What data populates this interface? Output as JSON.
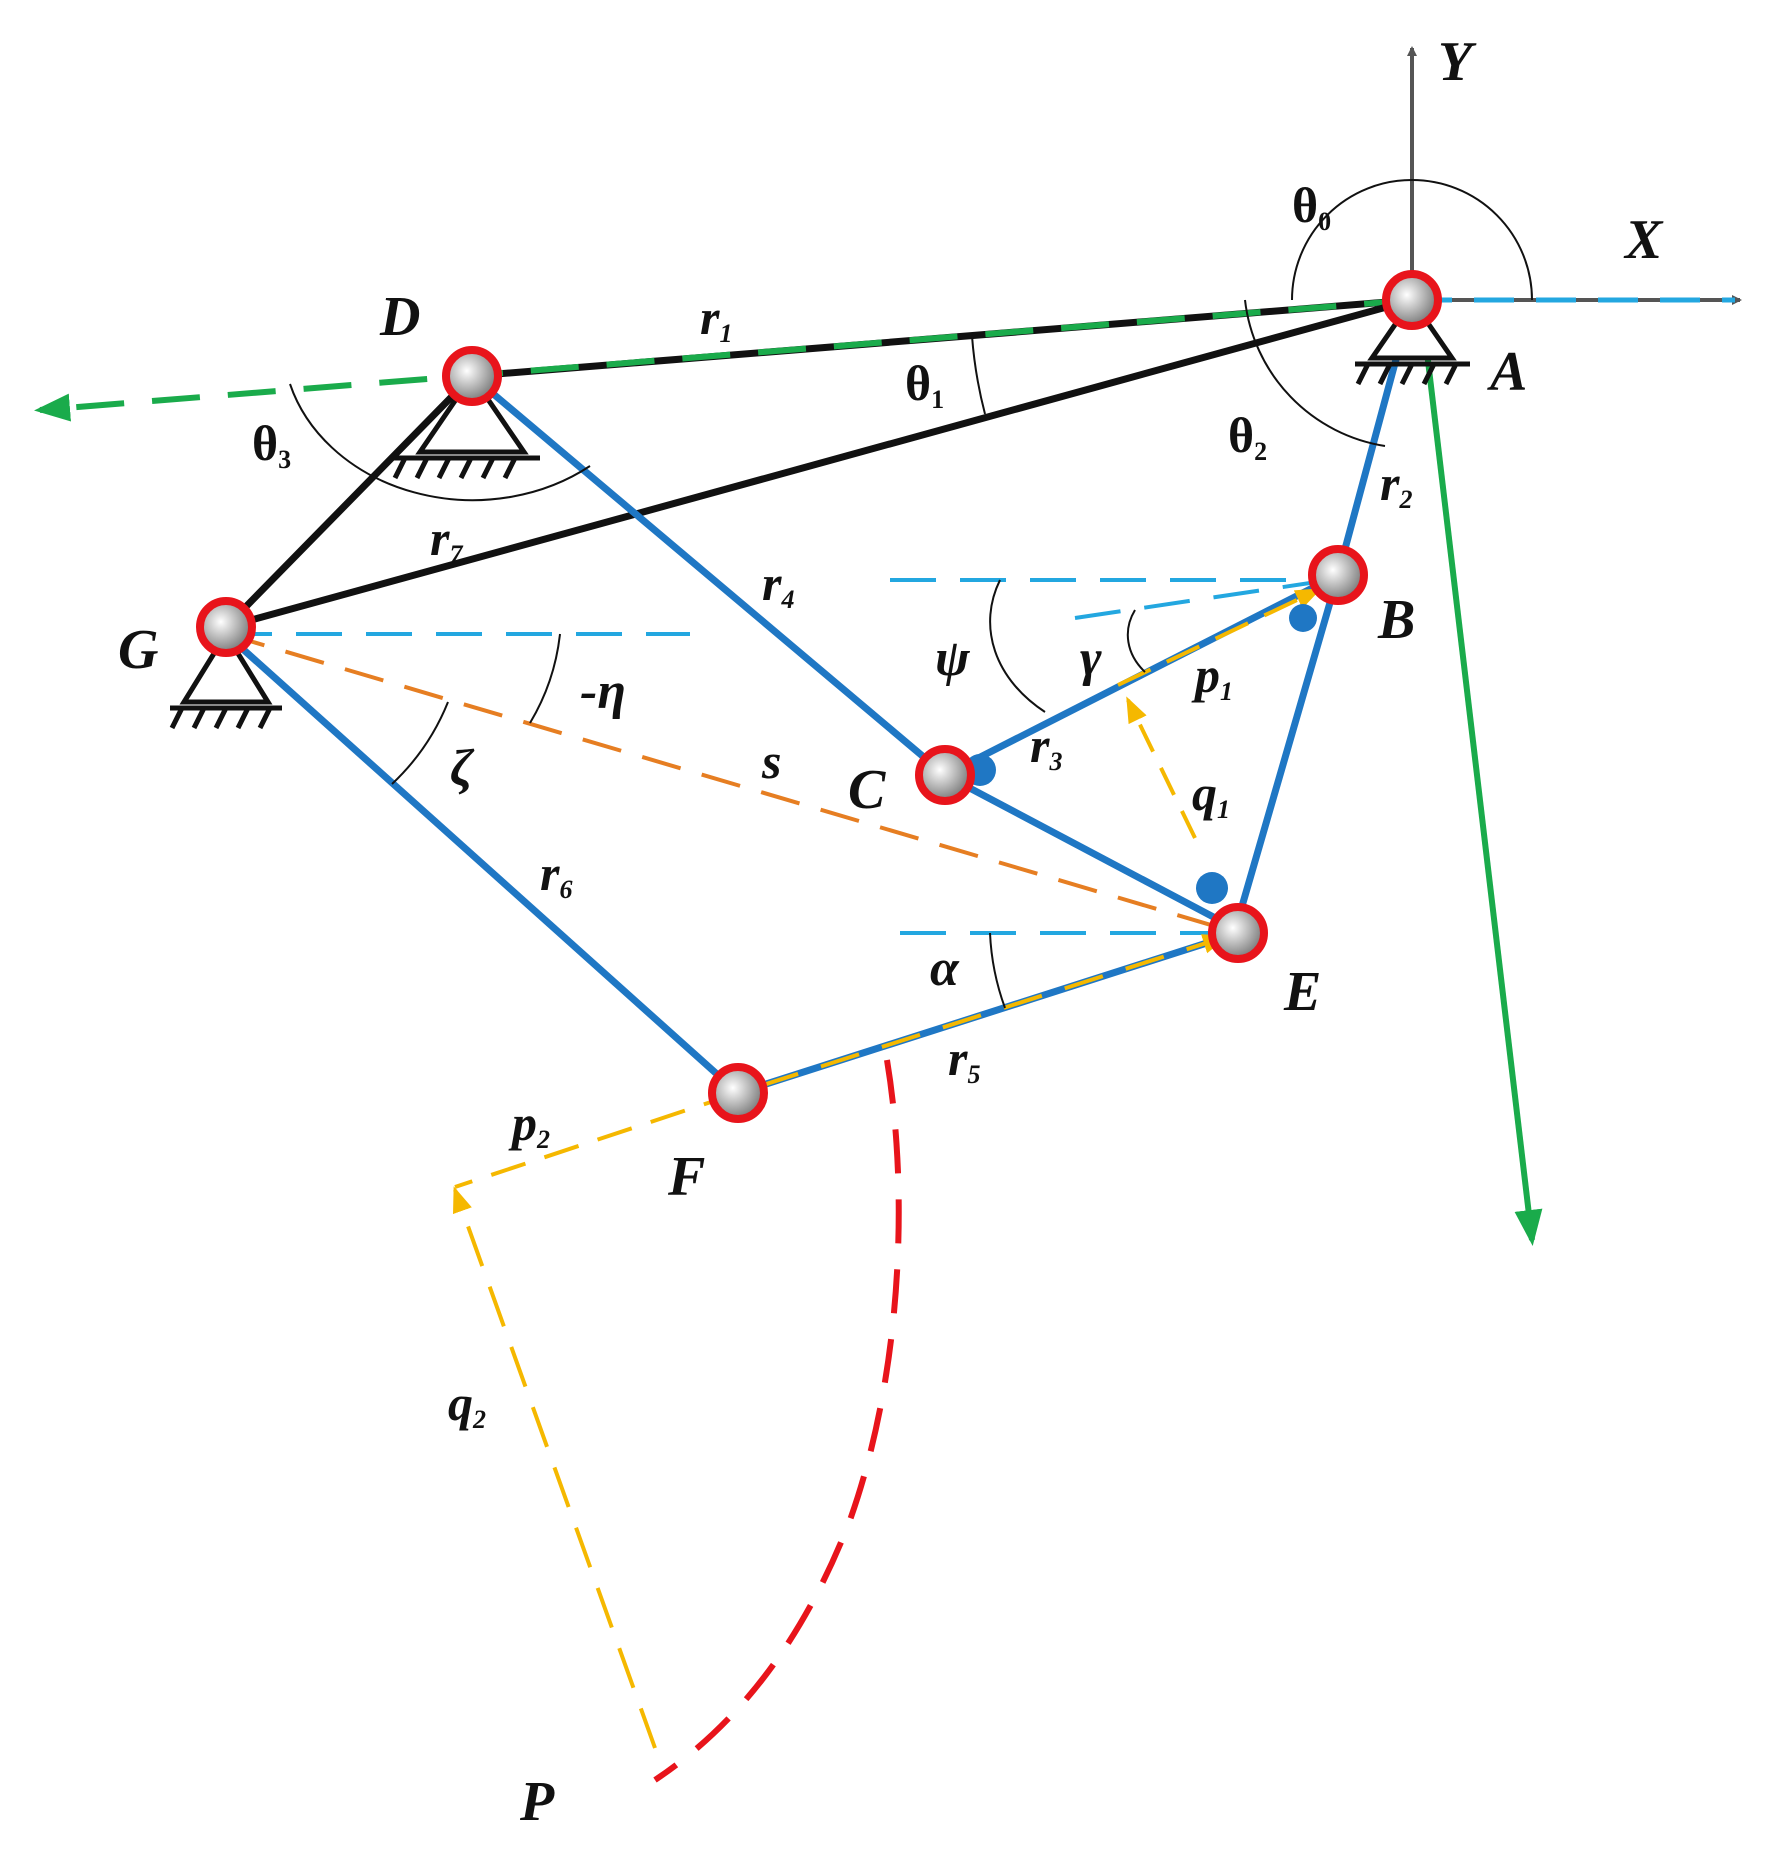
{
  "colors": {
    "blue": "#1f77c4",
    "black": "#111111",
    "green": "#1aab4b",
    "cyan": "#23a7e0",
    "orange": "#e67e22",
    "yellow": "#f5b800",
    "red": "#e8141b",
    "axis_gray": "#555555"
  },
  "axes": {
    "x": "X",
    "y": "Y"
  },
  "points": {
    "A": "A",
    "B": "B",
    "C": "C",
    "D": "D",
    "E": "E",
    "F": "F",
    "G": "G",
    "P": "P"
  },
  "links": {
    "r1": {
      "base": "r",
      "sub": "1"
    },
    "r2": {
      "base": "r",
      "sub": "2"
    },
    "r3": {
      "base": "r",
      "sub": "3"
    },
    "r4": {
      "base": "r",
      "sub": "4"
    },
    "r5": {
      "base": "r",
      "sub": "5"
    },
    "r6": {
      "base": "r",
      "sub": "6"
    },
    "r7": {
      "base": "r",
      "sub": "7"
    },
    "p1": {
      "base": "p",
      "sub": "1"
    },
    "p2": {
      "base": "p",
      "sub": "2"
    },
    "q1": {
      "base": "q",
      "sub": "1"
    },
    "q2": {
      "base": "q",
      "sub": "2"
    },
    "s": "s"
  },
  "angles": {
    "theta0": {
      "base": "θ",
      "sub": "0"
    },
    "theta1": {
      "base": "θ",
      "sub": "1"
    },
    "theta2": {
      "base": "θ",
      "sub": "2"
    },
    "theta3": {
      "base": "θ",
      "sub": "3"
    },
    "psi": "ψ",
    "gamma": "γ",
    "neg_eta": "-η",
    "zeta": "ζ",
    "alpha": "α"
  }
}
